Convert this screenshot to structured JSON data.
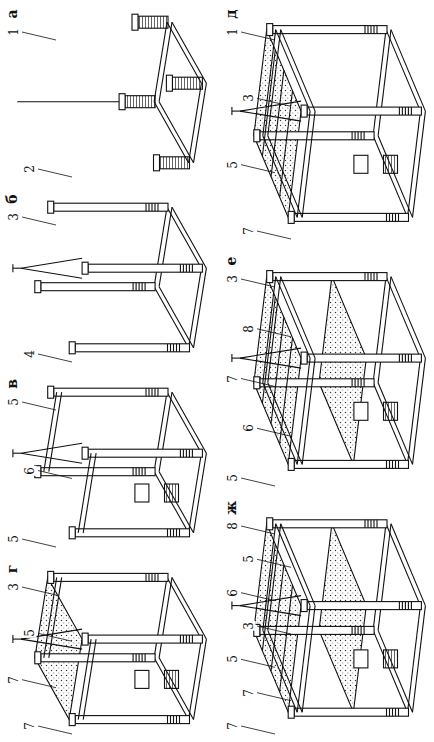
{
  "diagram": {
    "labels": [
      "а",
      "1",
      "2",
      "б",
      "3",
      "4",
      "в",
      "5",
      "6",
      "5",
      "г",
      "3",
      "5",
      "7",
      "7",
      "д",
      "1",
      "3",
      "5",
      "7",
      "е",
      "3",
      "8",
      "7",
      "6",
      "5",
      "ж",
      "8",
      "5",
      "6",
      "3",
      "5",
      "7",
      "7"
    ]
  }
}
